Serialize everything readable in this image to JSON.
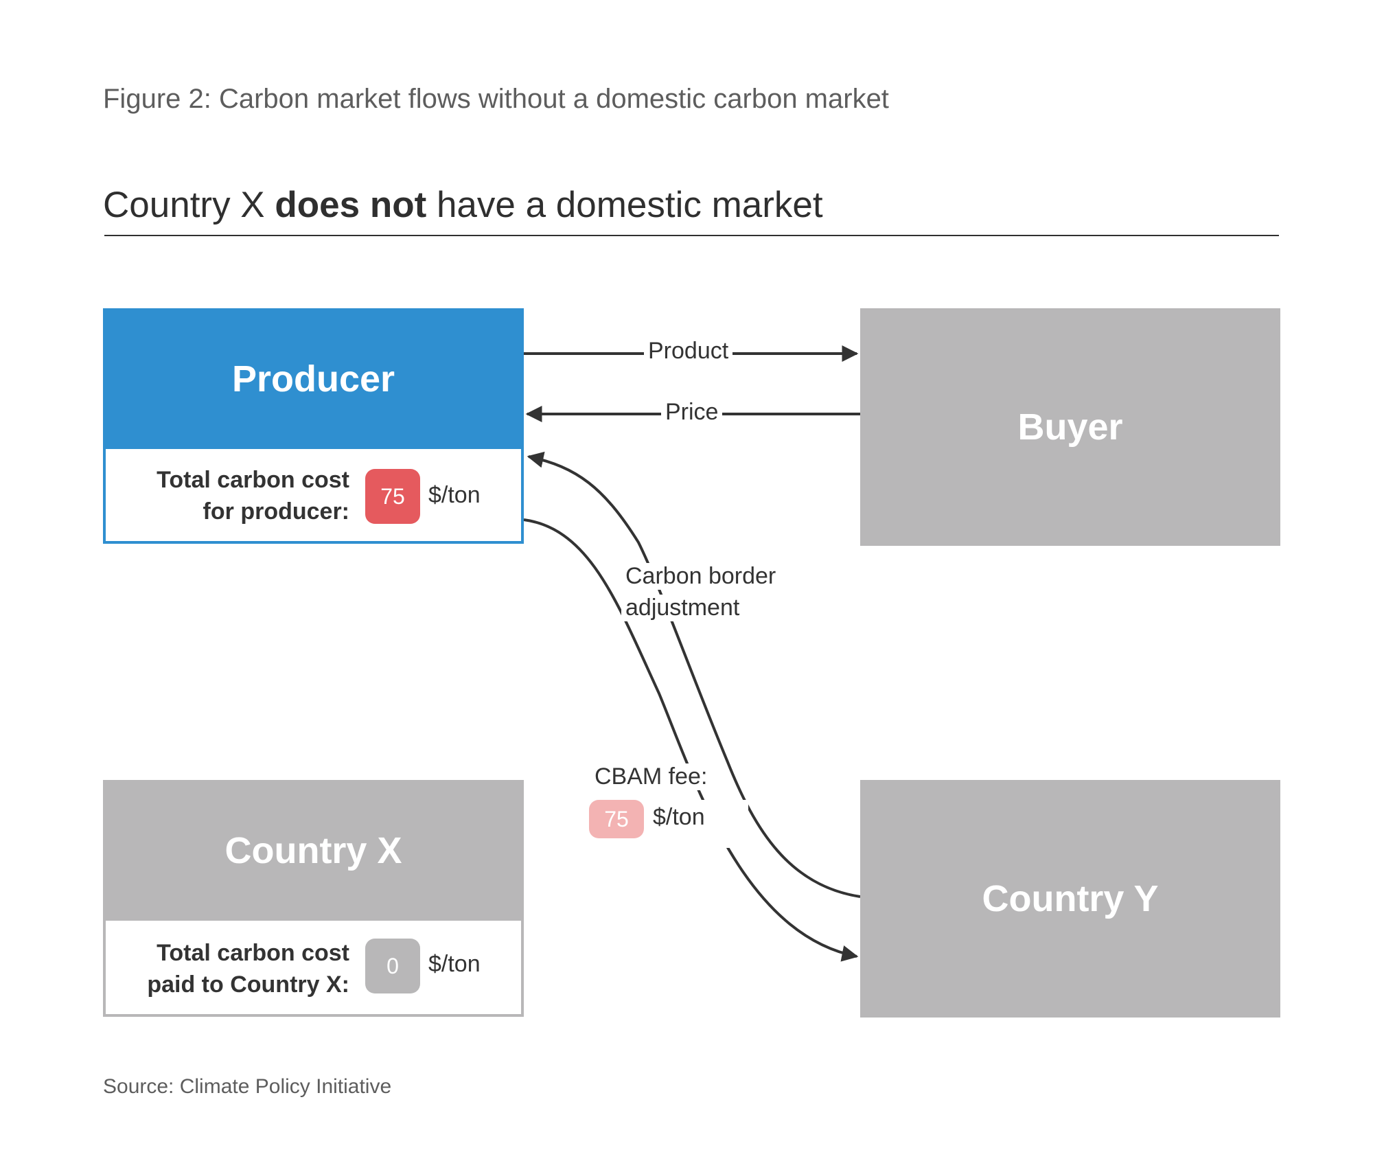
{
  "figure_title": "Figure 2: Carbon market flows without a domestic carbon market",
  "heading": {
    "prefix": "Country X ",
    "bold": "does not",
    "suffix": " have a domestic market"
  },
  "producer": {
    "title": "Producer",
    "cost_label_line1": "Total carbon cost",
    "cost_label_line2": "for producer:",
    "cost_value": "75",
    "unit": "$/ton",
    "badge_color": "#e55a5e",
    "header_color": "#2f8fd0"
  },
  "buyer": {
    "title": "Buyer"
  },
  "country_x": {
    "title": "Country X",
    "cost_label_line1": "Total carbon cost",
    "cost_label_line2": "paid to Country X:",
    "cost_value": "0",
    "unit": "$/ton",
    "badge_color": "#b8b7b8"
  },
  "country_y": {
    "title": "Country Y"
  },
  "flows": {
    "product": "Product",
    "price": "Price",
    "cba_line1": "Carbon border",
    "cba_line2": "adjustment",
    "cbam_label": "CBAM fee:",
    "cbam_value": "75",
    "cbam_unit": "$/ton",
    "cbam_badge_color": "#f3b3b3"
  },
  "source": "Source: Climate Policy Initiative",
  "colors": {
    "box_gray": "#b8b7b8",
    "arrow": "#333333"
  }
}
